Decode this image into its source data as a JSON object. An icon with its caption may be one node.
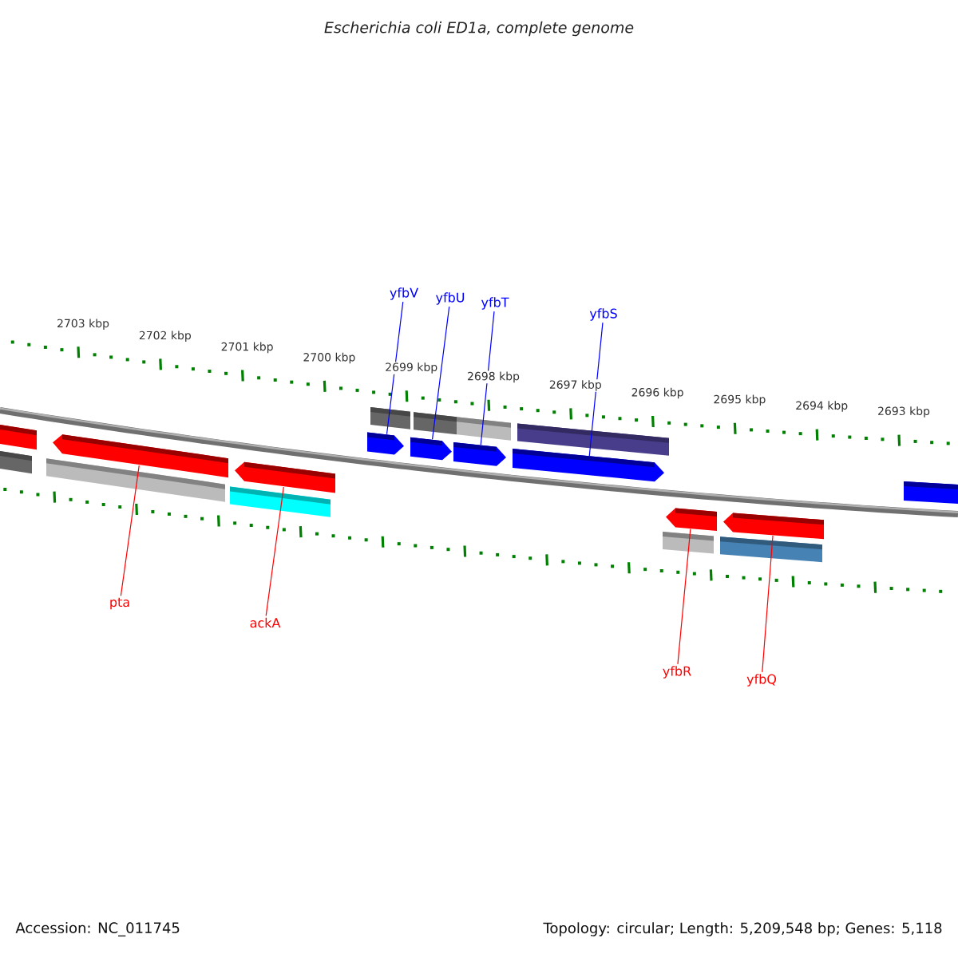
{
  "diagram": {
    "title": "Escherichia coli ED1a, complete genome",
    "nodes": [
      {
        "text": [
          "yfbV"
        ]
      },
      {
        "text": [
          "yfbU"
        ]
      },
      {
        "text": [
          "yfbT"
        ]
      },
      {
        "text": [
          "yfbS"
        ]
      },
      {
        "text": [
          "pta"
        ]
      },
      {
        "text": [
          "ackA"
        ]
      },
      {
        "text": [
          "yfbR"
        ]
      },
      {
        "text": [
          "yfbQ"
        ]
      },
      {
        "text": [],
        "shape": "arrow"
      },
      {
        "text": [],
        "shape": "arrow"
      },
      {
        "text": [],
        "shape": "arrow"
      },
      {
        "text": [],
        "shape": "arrow"
      },
      {
        "text": [],
        "shape": "arrow"
      },
      {
        "text": [],
        "shape": "arrow"
      },
      {
        "text": [],
        "shape": "arrow"
      },
      {
        "text": [],
        "shape": "arrow"
      },
      {
        "text": [],
        "shape": "arrow"
      },
      {
        "text": [],
        "shape": "arrow"
      }
    ],
    "edges": [
      {
        "from": 0,
        "to": 11,
        "arrow": "none",
        "color": "#0000ff"
      },
      {
        "from": 1,
        "to": 12,
        "arrow": "none",
        "color": "#0000ff"
      },
      {
        "from": 2,
        "to": 13,
        "arrow": "none",
        "color": "#0000ff"
      },
      {
        "from": 3,
        "to": 14,
        "arrow": "none",
        "color": "#0000ff"
      },
      {
        "from": 4,
        "to": 9,
        "arrow": "none",
        "color": "#ff0000"
      },
      {
        "from": 5,
        "to": 10,
        "arrow": "none",
        "color": "#ff0000"
      },
      {
        "from": 6,
        "to": 15,
        "arrow": "none",
        "color": "#ff0000"
      },
      {
        "from": 7,
        "to": 16,
        "arrow": "none",
        "color": "#ff0000"
      }
    ],
    "labels": [
      "2703 kbp",
      "2702 kbp",
      "2701 kbp",
      "2700 kbp",
      "2699 kbp",
      "2698 kbp",
      "2697 kbp",
      "2696 kbp",
      "2695 kbp",
      "2694 kbp",
      "2693 kbp",
      "Accession: NC_011745",
      "Topology: circular; Length: 5,209,548 bp; Genes: 5,118"
    ]
  }
}
